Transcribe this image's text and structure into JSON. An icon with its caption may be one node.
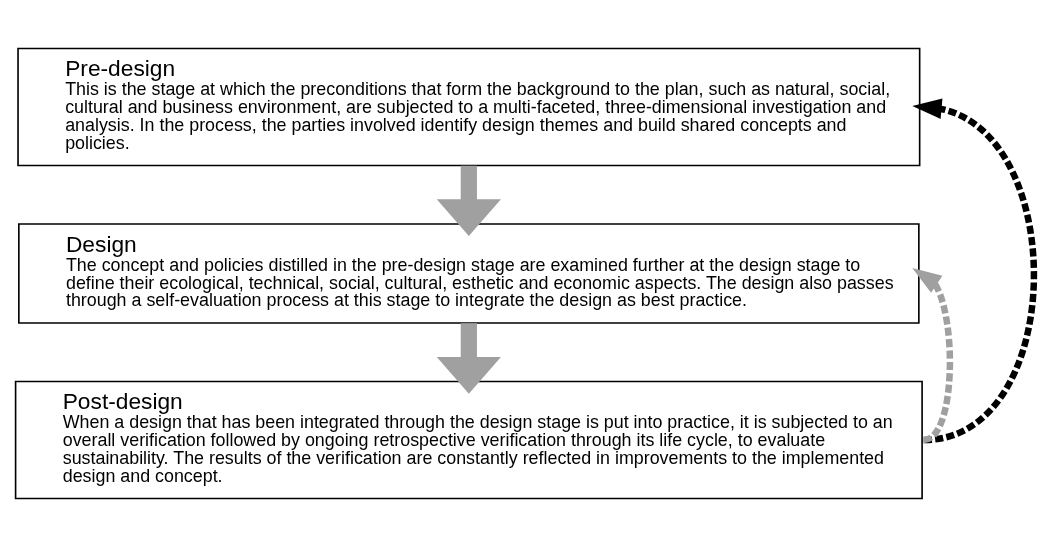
{
  "diagram": {
    "nodes": [
      {
        "text": [
          "Pre-design",
          "This is the stage at which the preconditions that form the background to the plan, such as natural, social, cultural and business environment, are subjected to a multi-faceted, three-dimensional investigation and analysis. In the process, the parties involved identify design themes and build shared concepts and policies."
        ]
      },
      {
        "text": [
          "Design",
          "The concept and policies distilled in the pre-design stage are examined further at the design stage to define their ecological, technical, social, cultural, esthetic and economic aspects. The design also passes through a self-evaluation process at this stage to integrate the design as best practice."
        ]
      },
      {
        "text": [
          "Post-design",
          "When a design that has been integrated through the design stage is put into practice, it is subjected to an overall verification followed by ongoing retrospective verification through its life cycle, to evaluate sustainability. The results of the verification are constantly reflected in improvements to the implemented design and concept."
        ]
      }
    ],
    "edges": [
      {
        "from": 0,
        "to": 1,
        "arrow": "to",
        "style": "thick"
      },
      {
        "from": 1,
        "to": 2,
        "arrow": "to",
        "style": "thick"
      },
      {
        "from": 2,
        "to": 1,
        "arrow": "to",
        "style": "dashed"
      },
      {
        "from": 2,
        "to": 0,
        "arrow": "to",
        "style": "dashed",
        "color": "#000000"
      }
    ]
  }
}
